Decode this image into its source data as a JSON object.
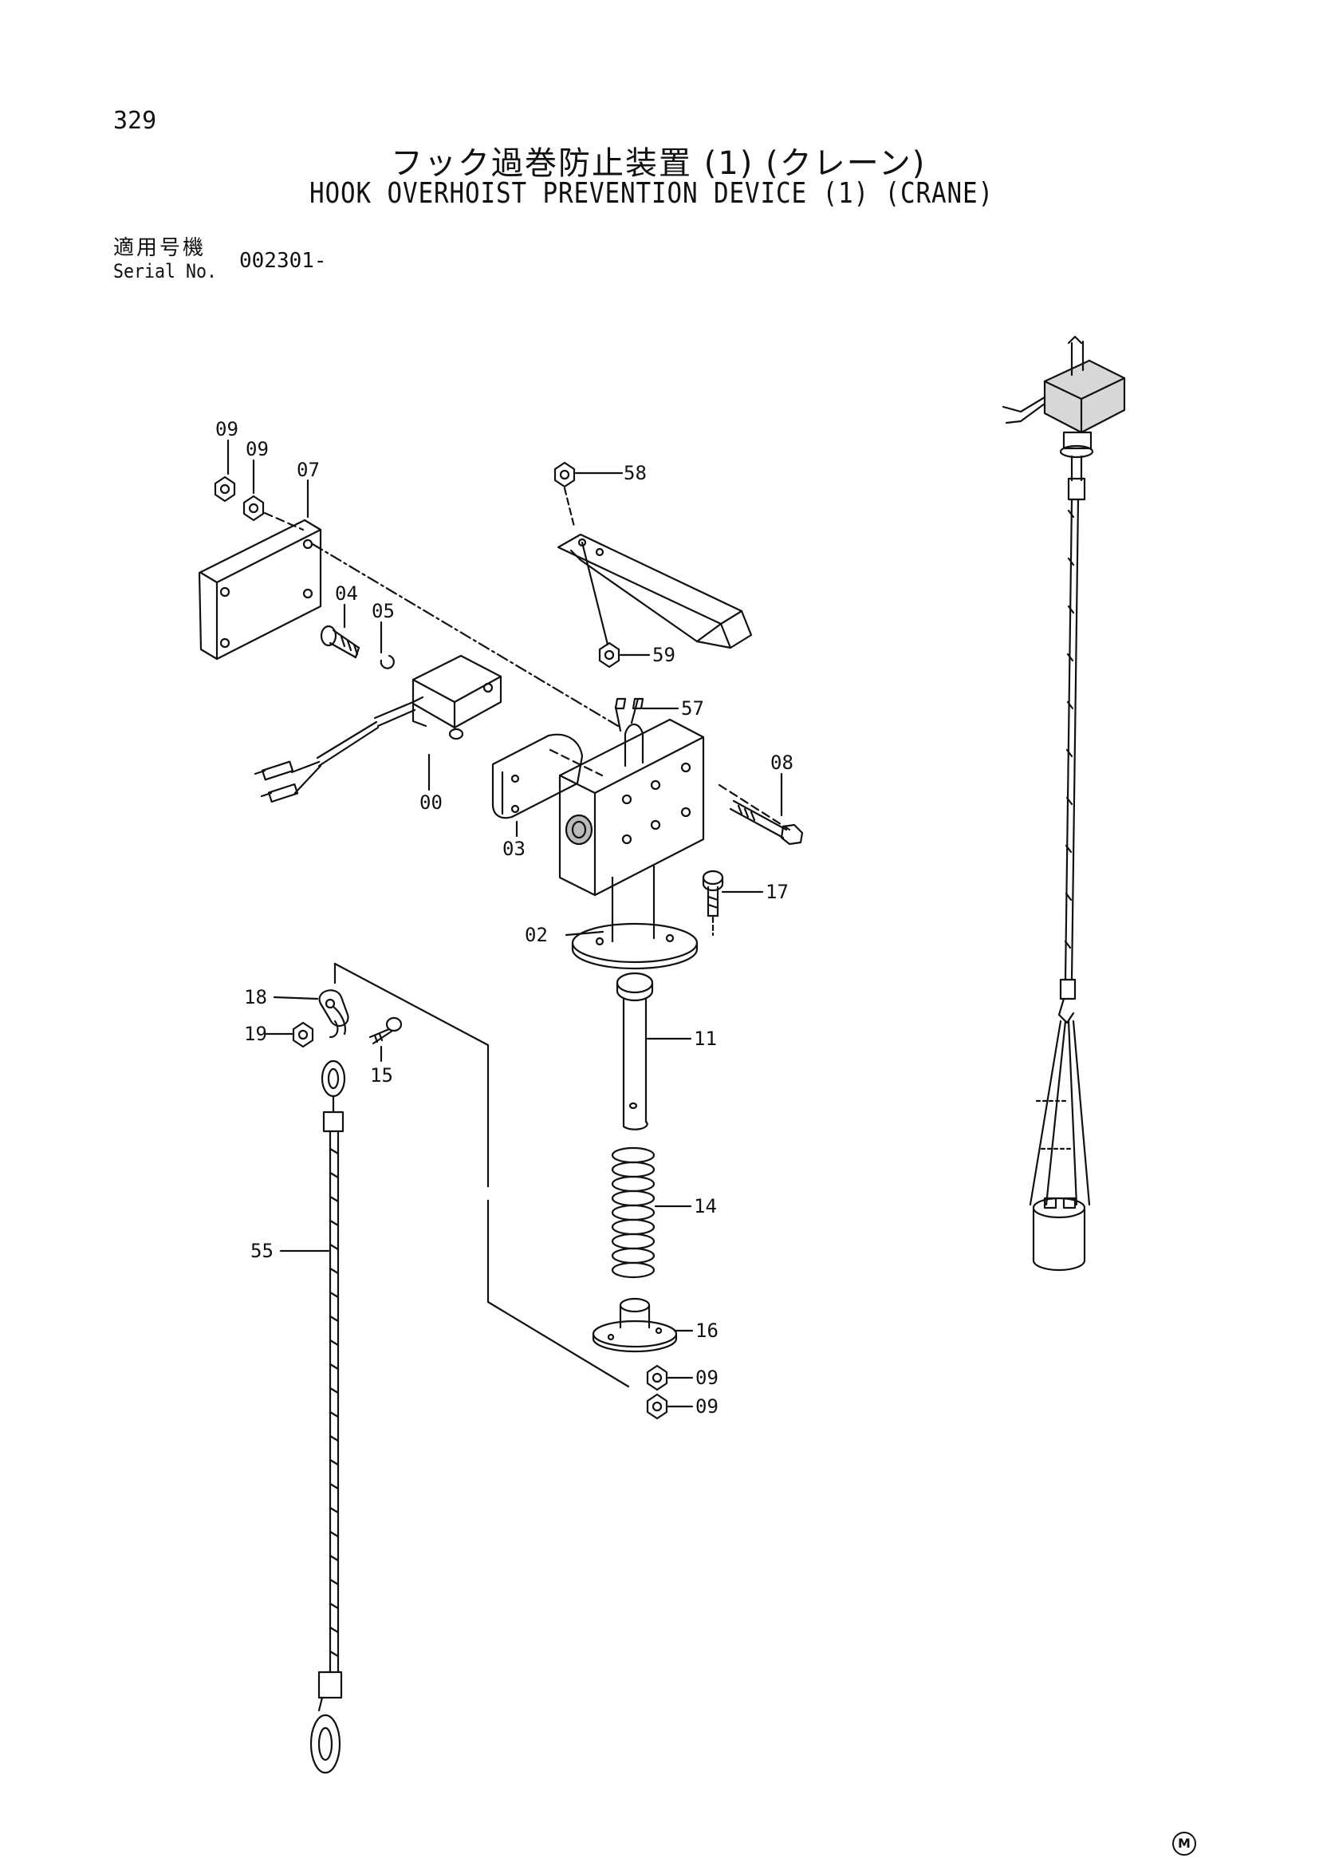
{
  "page": {
    "number": "329",
    "title_ja": "フック過巻防止装置 (1) (クレーン)",
    "title_en": "HOOK OVERHOIST PREVENTION DEVICE (1) (CRANE)",
    "serial_label_ja": "適用号機",
    "serial_label_en": "Serial No.",
    "serial_value": "002301-",
    "brand_mark": "M"
  },
  "parts": {
    "p09a": "09",
    "p09b": "09",
    "p07": "07",
    "p58": "58",
    "p04": "04",
    "p05": "05",
    "p59": "59",
    "p57": "57",
    "p08": "08",
    "p00": "00",
    "p03": "03",
    "p17": "17",
    "p02": "02",
    "p18": "18",
    "p19": "19",
    "p15": "15",
    "p11": "11",
    "p14": "14",
    "p55": "55",
    "p16": "16",
    "p09c": "09",
    "p09d": "09"
  }
}
